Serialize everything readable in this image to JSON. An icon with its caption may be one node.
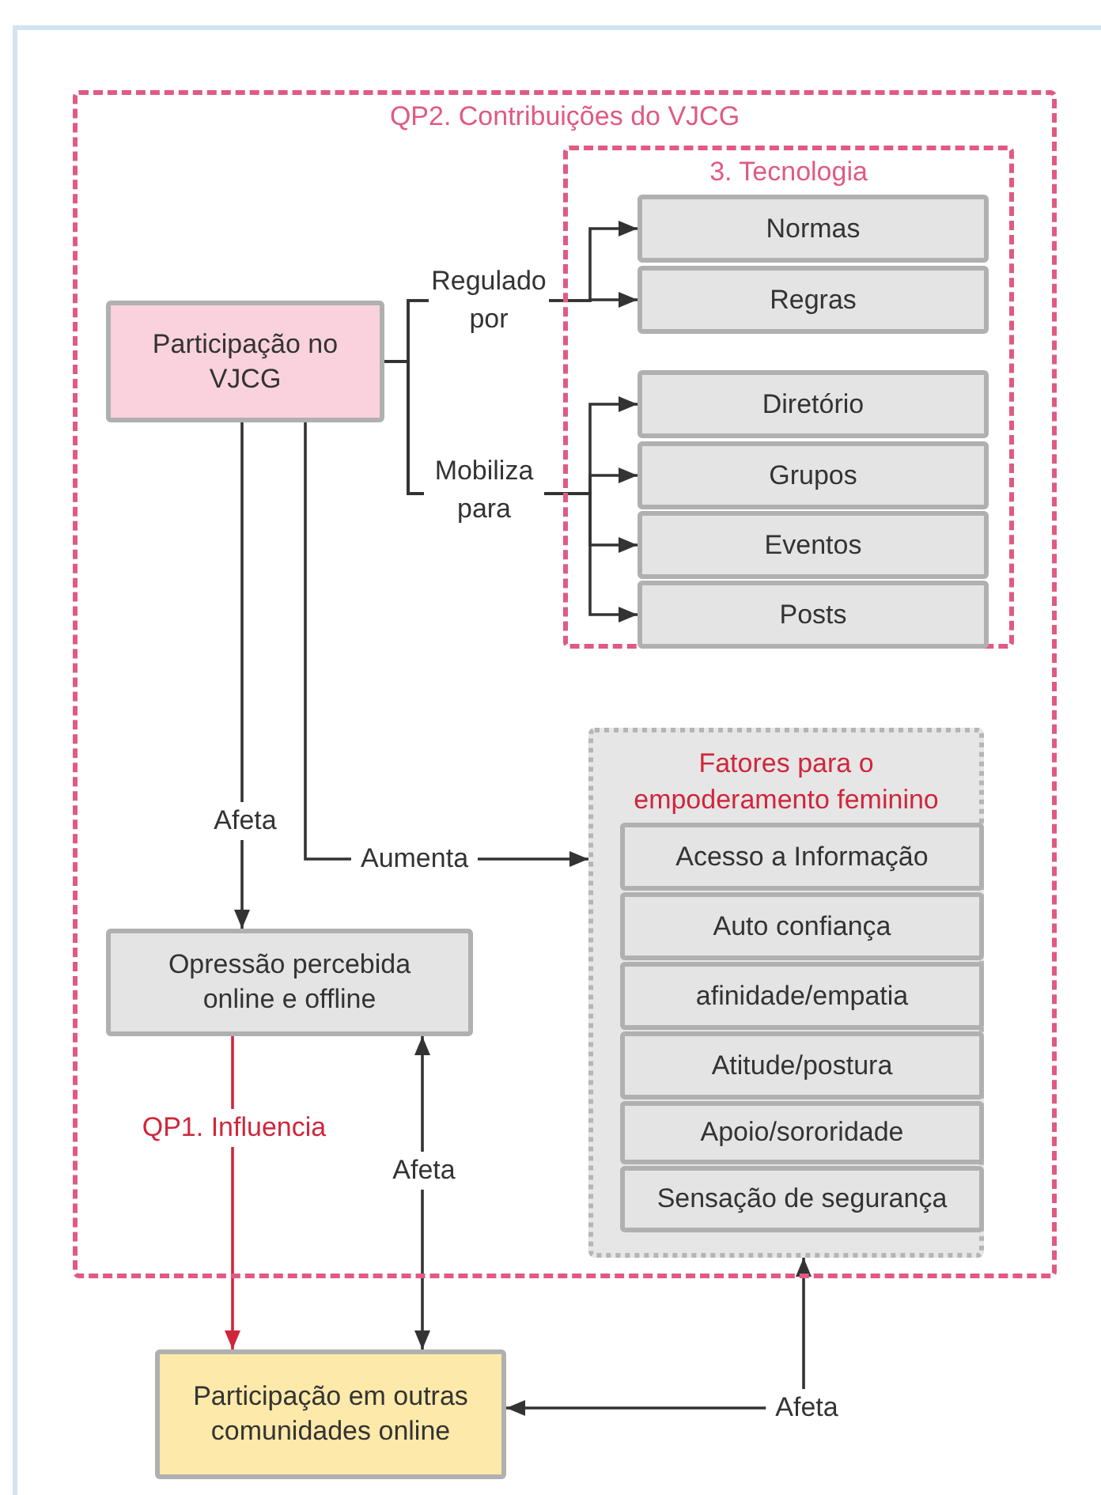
{
  "diagram": {
    "nodes": [
      {
        "text": [
          "QP2. Contribuições do VJCG"
        ]
      },
      {
        "text": [
          "3. Tecnologia"
        ],
        "in": 0
      },
      {
        "text": [
          "Normas"
        ],
        "in": 1
      },
      {
        "text": [
          "Regras"
        ],
        "in": 1
      },
      {
        "text": [
          "Diretório"
        ],
        "in": 1
      },
      {
        "text": [
          "Grupos"
        ],
        "in": 1
      },
      {
        "text": [
          "Eventos"
        ],
        "in": 1
      },
      {
        "text": [
          "Posts"
        ],
        "in": 1
      },
      {
        "text": [
          "Participação no VJCG"
        ],
        "in": 0
      },
      {
        "text": [
          "Fatores para o empoderamento feminino"
        ],
        "in": 0
      },
      {
        "text": [
          "Acesso a Informação"
        ],
        "in": 9
      },
      {
        "text": [
          "Auto confiança"
        ],
        "in": 9
      },
      {
        "text": [
          "afinidade/empatia"
        ],
        "in": 9
      },
      {
        "text": [
          "Atitude/postura"
        ],
        "in": 9
      },
      {
        "text": [
          "Apoio/sororidade"
        ],
        "in": 9
      },
      {
        "text": [
          "Sensação de segurança"
        ],
        "in": 9
      },
      {
        "text": [
          "Opressão percebida online e offline"
        ],
        "in": 0
      },
      {
        "text": [
          "Participação em outras comunidades online"
        ]
      }
    ],
    "edges": [
      {
        "from": 8,
        "to": 2,
        "arrow": "to",
        "label": "Regulado por"
      },
      {
        "from": 8,
        "to": 3,
        "arrow": "to"
      },
      {
        "from": 8,
        "to": 4,
        "arrow": "to",
        "label": "Mobiliza para"
      },
      {
        "from": 8,
        "to": 5,
        "arrow": "to"
      },
      {
        "from": 8,
        "to": 6,
        "arrow": "to"
      },
      {
        "from": 8,
        "to": 7,
        "arrow": "to"
      },
      {
        "from": 8,
        "to": 16,
        "arrow": "to",
        "label": "Afeta"
      },
      {
        "from": 8,
        "to": 9,
        "arrow": "to",
        "label": "Aumenta"
      },
      {
        "from": 16,
        "to": 17,
        "arrow": "to",
        "label": "QP1. Influencia",
        "color": "#d0263b"
      },
      {
        "from": 16,
        "to": 17,
        "arrow": "both",
        "label": "Afeta"
      },
      {
        "from": 9,
        "to": 17,
        "arrow": "both",
        "label": "Afeta"
      }
    ]
  }
}
